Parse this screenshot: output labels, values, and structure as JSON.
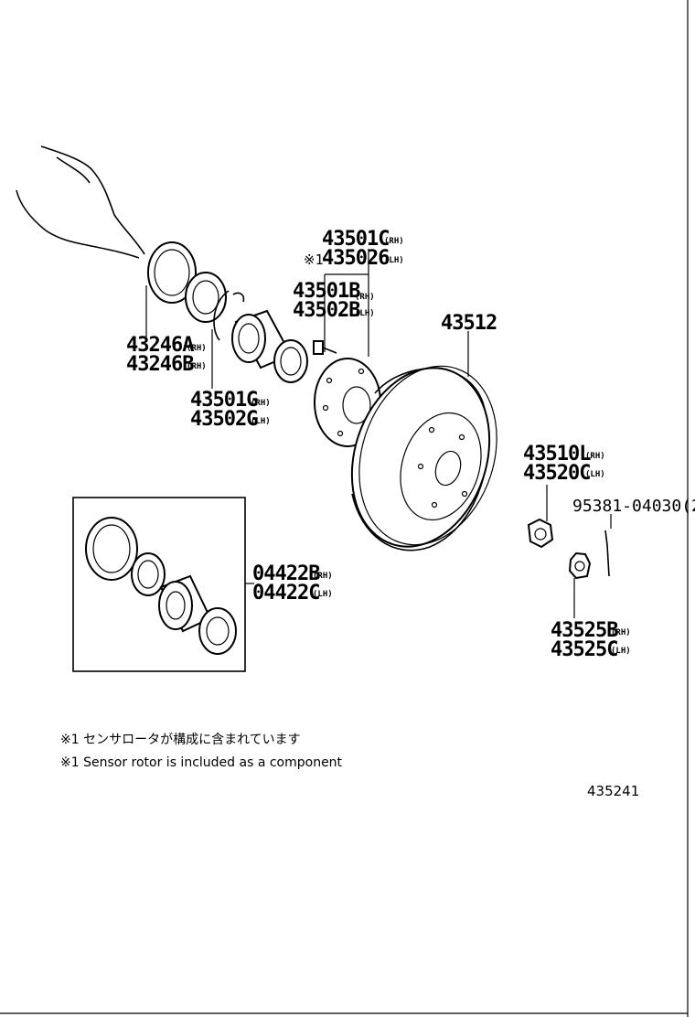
{
  "parts": {
    "p1": {
      "a": "43501C",
      "a_side": "(RH)",
      "b": "435026",
      "b_side": "(LH)",
      "mark": "※1"
    },
    "p2": {
      "a": "43501B",
      "a_side": "(RH)",
      "b": "43502B",
      "b_side": "(LH)"
    },
    "p3": {
      "a": "43512"
    },
    "p4": {
      "a": "43246A",
      "a_side": "(RH)",
      "b": "43246B",
      "b_side": "(RH)"
    },
    "p5": {
      "a": "43501G",
      "a_side": "(RH)",
      "b": "43502G",
      "b_side": "(LH)"
    },
    "p6": {
      "a": "43510L",
      "a_side": "(RH)",
      "b": "43520C",
      "b_side": "(LH)"
    },
    "p7": {
      "a": "95381-04030(2"
    },
    "p8": {
      "a": "04422B",
      "a_side": "(RH)",
      "b": "04422C",
      "b_side": "(LH)"
    },
    "p9": {
      "a": "43525B",
      "a_side": "(RH)",
      "b": "43525C",
      "b_side": "(LH)"
    }
  },
  "notes": {
    "jp": "※1 センサロータが構成に含まれています",
    "en": "※1 Sensor rotor is included as a component"
  },
  "diagram_code": "435241"
}
